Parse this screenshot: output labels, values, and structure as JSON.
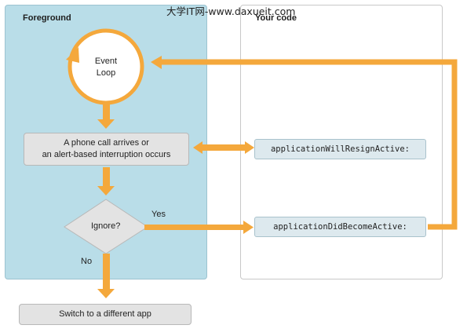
{
  "watermark": "大学IT网-www.daxueit.com",
  "foreground": {
    "title": "Foreground",
    "event_loop": "Event\nLoop",
    "interruption_box": "A phone call arrives or\nan alert-based interruption occurs",
    "decision": "Ignore?",
    "yes_label": "Yes",
    "no_label": "No"
  },
  "your_code": {
    "title": "Your code",
    "will_resign": "applicationWillResignActive:",
    "did_become": "applicationDidBecomeActive:"
  },
  "switch_box": "Switch to a different app",
  "colors": {
    "arrow": "#f4a83c",
    "foreground_panel": "#b9dde8",
    "box": "#e3e3e3"
  }
}
